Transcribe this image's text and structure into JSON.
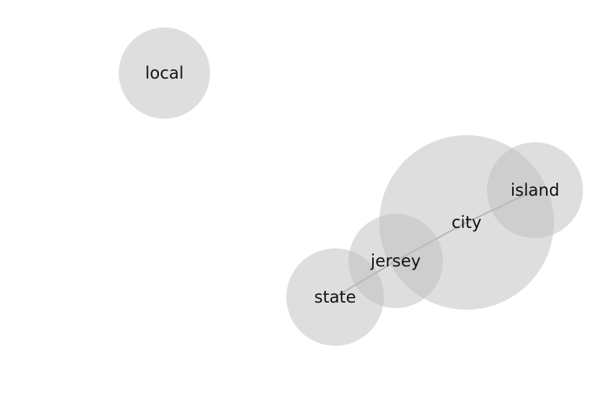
{
  "nodes": [
    {
      "id": "local",
      "label": "local"
    },
    {
      "id": "city",
      "label": "city"
    },
    {
      "id": "island",
      "label": "island"
    },
    {
      "id": "jersey",
      "label": "jersey"
    },
    {
      "id": "state",
      "label": "state"
    }
  ],
  "links": [
    {
      "source": "state",
      "target": "jersey"
    },
    {
      "source": "jersey",
      "target": "city"
    },
    {
      "source": "city",
      "target": "island"
    }
  ],
  "colors": {
    "bubble": "#bdbdbd",
    "link": "#9e9e9e",
    "text": "#111111",
    "background": "#ffffff"
  }
}
